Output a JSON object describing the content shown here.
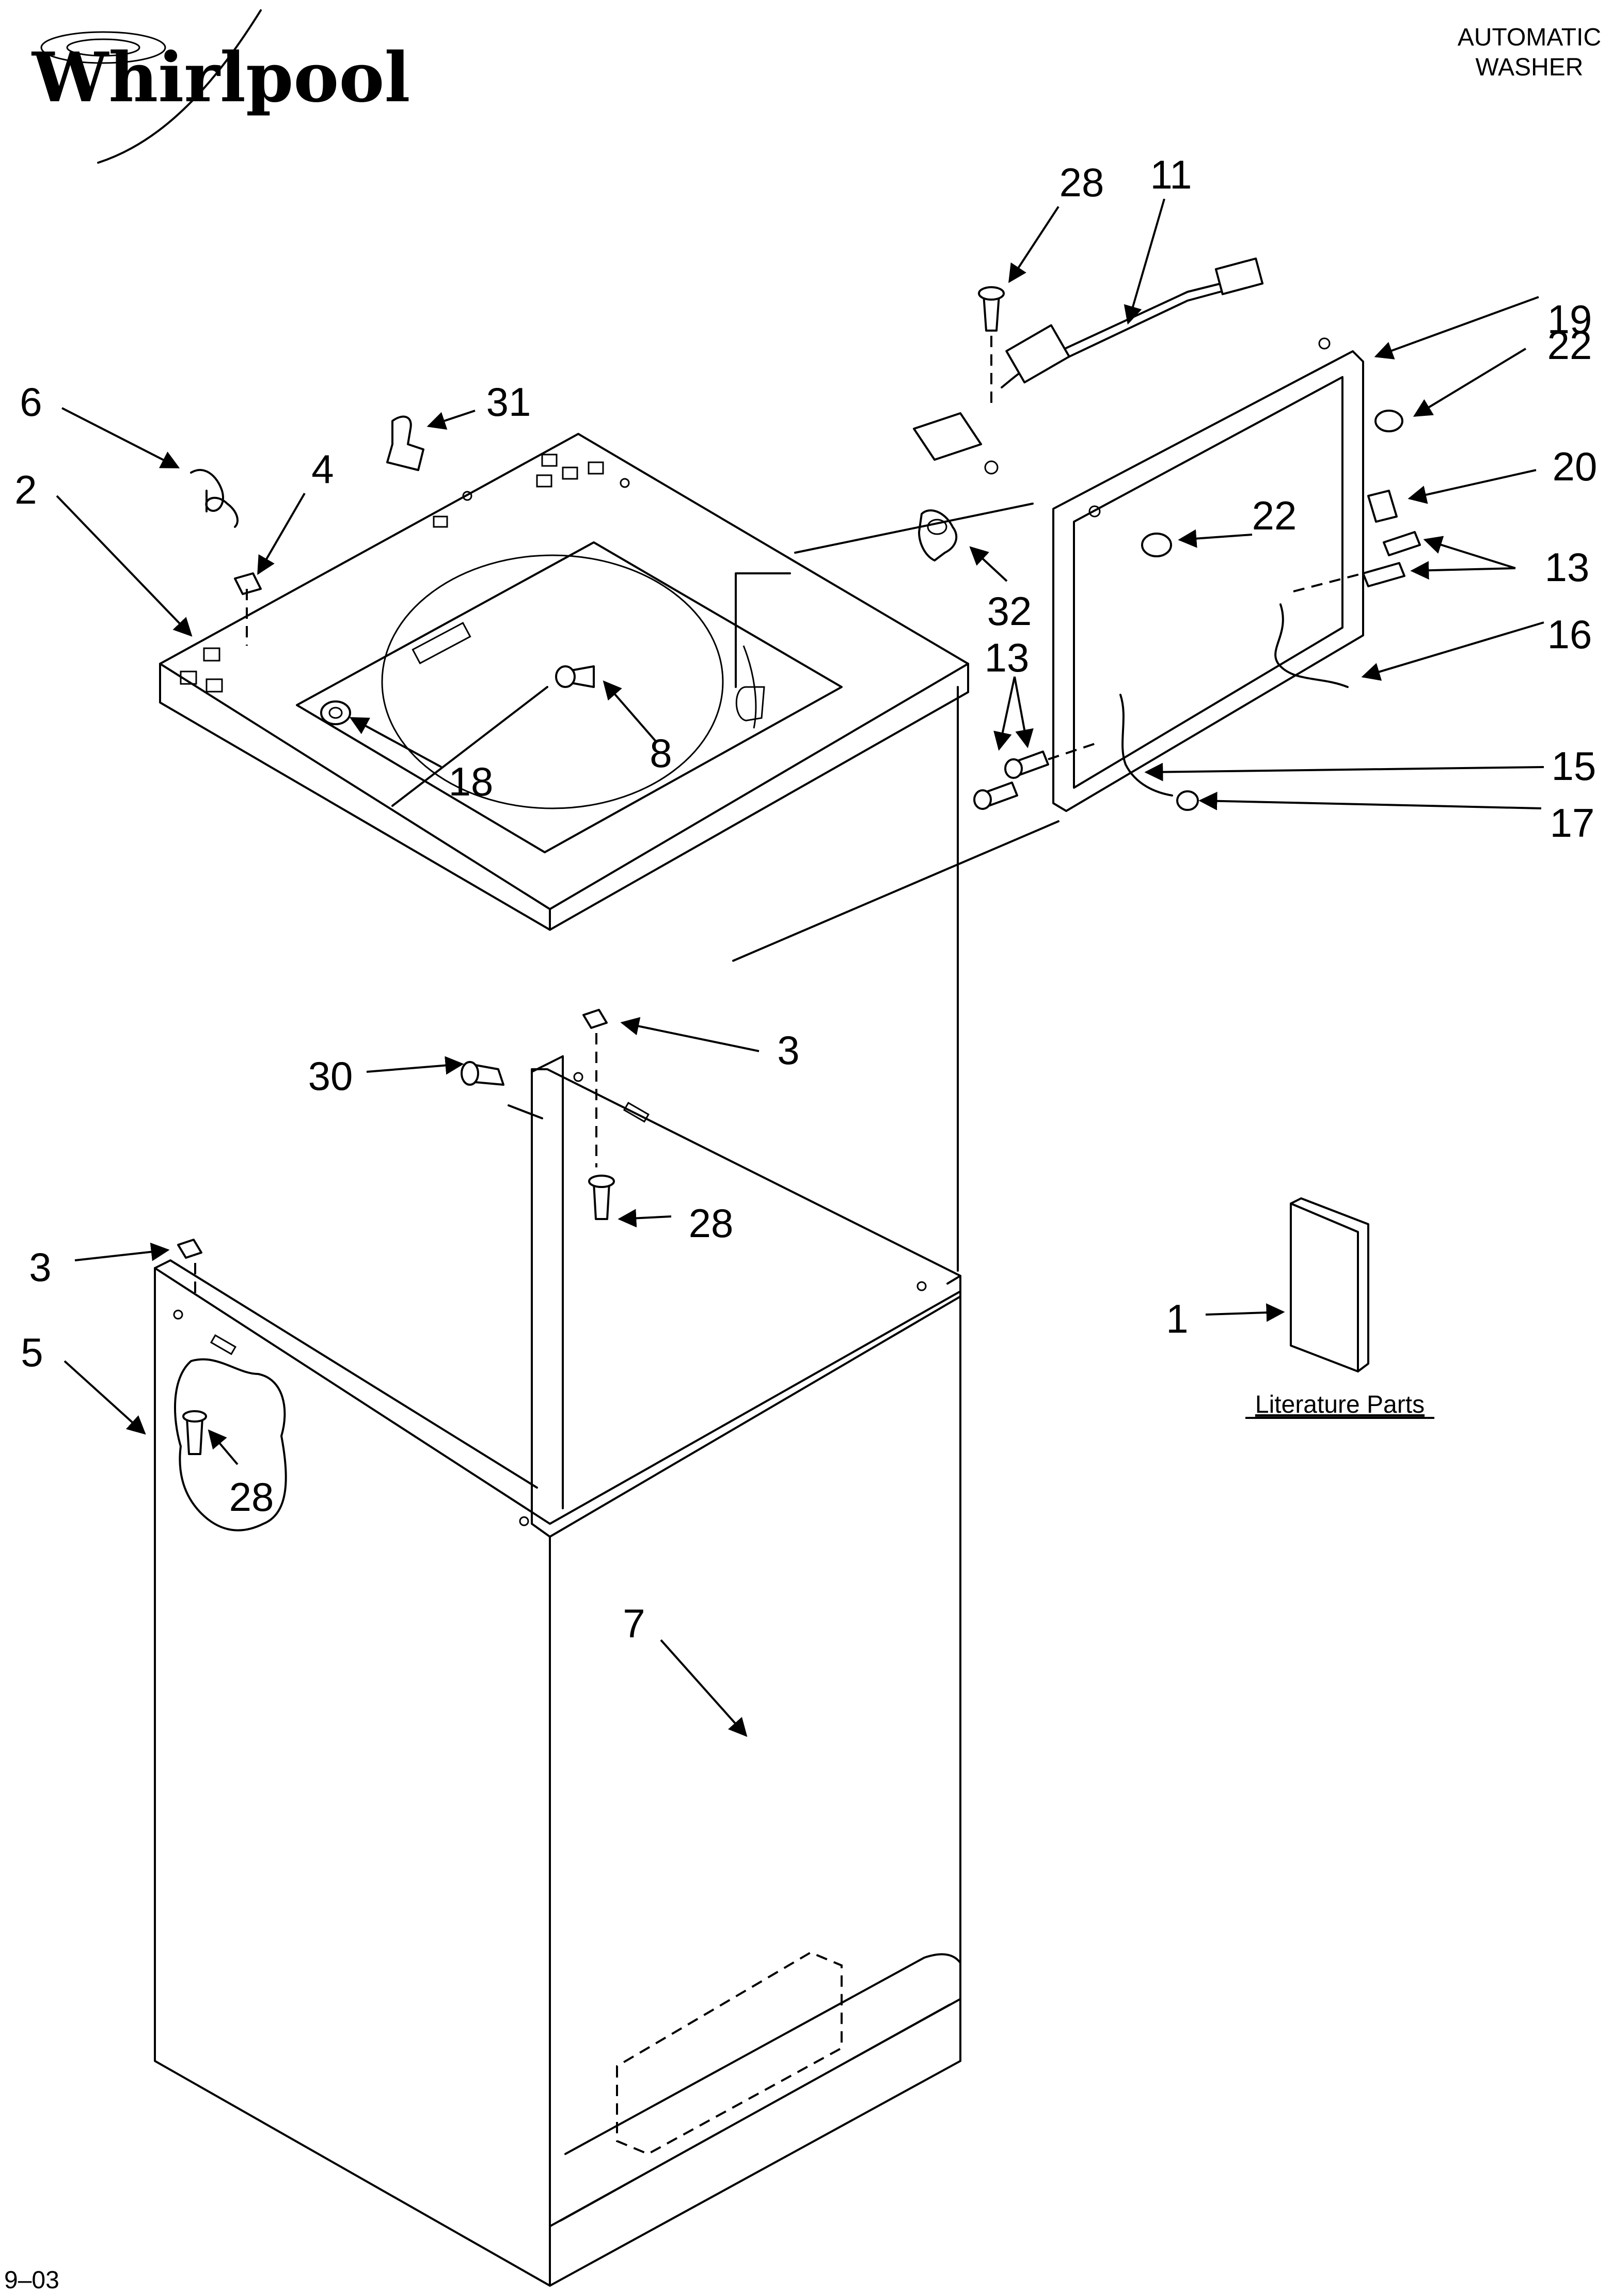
{
  "brand": {
    "name": "Whirlpool"
  },
  "header": {
    "line1": "AUTOMATIC",
    "line2": "WASHER"
  },
  "callouts": {
    "c28_top": "28",
    "c11": "11",
    "c19": "19",
    "c22_right": "22",
    "c20": "20",
    "c22_mid": "22",
    "c13_right": "13",
    "c16": "16",
    "c13_left": "13",
    "c15": "15",
    "c17": "17",
    "c6": "6",
    "c31": "31",
    "c4": "4",
    "c2": "2",
    "c32": "32",
    "c8": "8",
    "c18": "18",
    "c3_top": "3",
    "c30": "30",
    "c28_mid": "28",
    "c3_left": "3",
    "c5": "5",
    "c28_low": "28",
    "c1": "1",
    "c7": "7"
  },
  "literature": {
    "label": "Literature Parts"
  },
  "footer": {
    "date_code": "9–03"
  }
}
